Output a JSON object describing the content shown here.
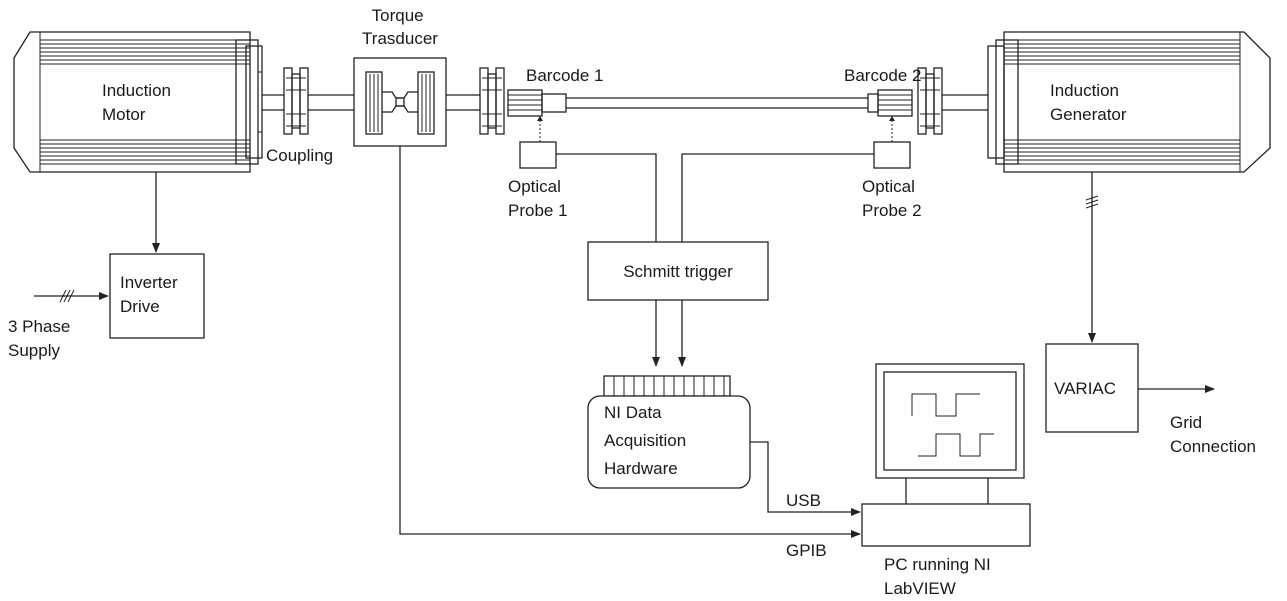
{
  "diagram": {
    "nodes": {
      "torque_transducer": [
        "Torque",
        "Trasducer"
      ],
      "induction_motor": [
        "Induction",
        "Motor"
      ],
      "coupling": "Coupling",
      "barcode_1": "Barcode 1",
      "barcode_2": "Barcode 2",
      "induction_generator": [
        "Induction",
        "Generator"
      ],
      "optical_probe_1": [
        "Optical",
        "Probe 1"
      ],
      "optical_probe_2": [
        "Optical",
        "Probe 2"
      ],
      "inverter_drive": [
        "Inverter",
        "Drive"
      ],
      "three_phase_supply": [
        "3 Phase",
        "Supply"
      ],
      "schmitt_trigger": "Schmitt trigger",
      "ni_daq": [
        "NI Data",
        "Acquisition",
        "Hardware"
      ],
      "variac": "VARIAC",
      "grid_connection": [
        "Grid",
        "Connection"
      ],
      "pc": [
        "PC running NI",
        "LabVIEW"
      ]
    },
    "edge_labels": {
      "usb": "USB",
      "gpib": "GPIB"
    }
  }
}
